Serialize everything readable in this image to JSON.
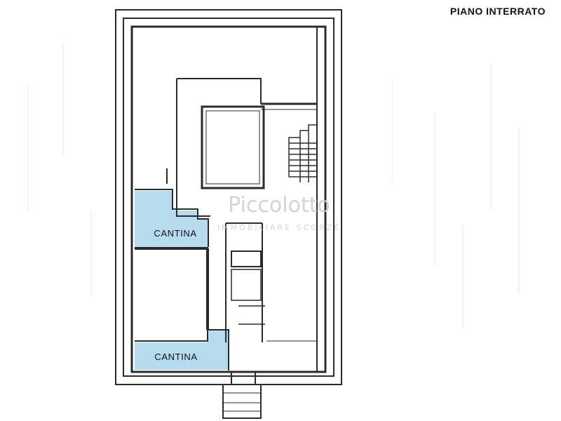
{
  "floor_title": "PIANO INTERRATO",
  "rooms": [
    {
      "label": "CANTINA",
      "fill": "#b7dbee"
    },
    {
      "label": "CANTINA",
      "fill": "#b7dbee"
    }
  ],
  "watermark": {
    "brand": "Piccolotto",
    "tagline": "IMMOBILIARE SCORZÈ"
  },
  "colors": {
    "wall": "#2b2b2b",
    "room_fill": "#b7dbee",
    "background": "#ffffff",
    "watermark": "#cfcfcf"
  }
}
